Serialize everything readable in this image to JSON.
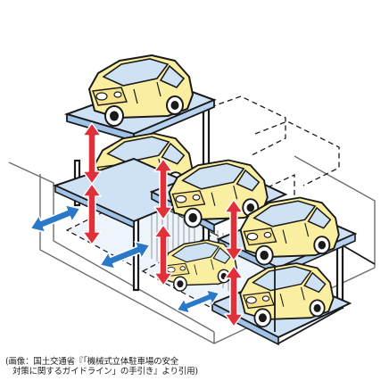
{
  "image": {
    "subject": "mechanical multi-level parking system",
    "colors": {
      "platform_fill": "#cfe1f4",
      "platform_dark": "#9fc2e6",
      "frame_stroke": "#1a1a1a",
      "frame_light": "#6e6e6e",
      "vertical_arrow": "#e0303a",
      "horizontal_arrow": "#2a78c8",
      "car_body": "#faeea0",
      "car_window": "#cfe2f3",
      "background": "#ffffff"
    },
    "icons": [
      "car-icon",
      "up-down-arrow-icon",
      "left-right-arrow-icon"
    ]
  },
  "caption": {
    "line1": "(画像：国土交通省『「機械式立体駐車場の安全",
    "line2": "対策に関するガイドライン」の手引き』より引用)"
  }
}
